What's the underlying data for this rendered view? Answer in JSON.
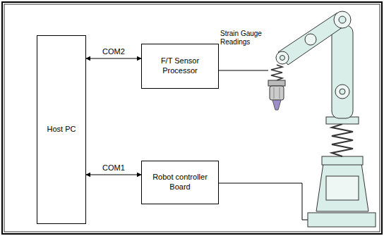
{
  "diagram": {
    "nodes": [
      {
        "text": [
          "Host PC"
        ]
      },
      {
        "text": [
          "F/T Sensor Processor"
        ]
      },
      {
        "text": [
          "Robot controller Board"
        ]
      }
    ],
    "edges": [
      {
        "from": 0,
        "to": 1,
        "label": "COM2",
        "arrow": "both"
      },
      {
        "from": 0,
        "to": 2,
        "label": "COM1",
        "arrow": "both"
      }
    ],
    "labels": [
      "Strain Gauge Readings"
    ]
  }
}
